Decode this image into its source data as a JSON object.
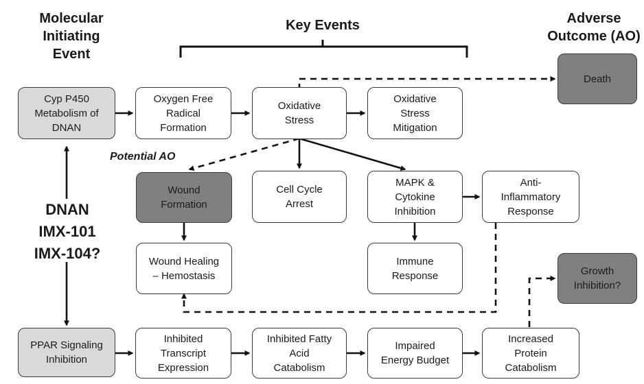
{
  "headers": {
    "mie": [
      "Molecular",
      "Initiating",
      "Event"
    ],
    "key_events": "Key Events",
    "ao": [
      "Adverse",
      "Outcome (AO)"
    ]
  },
  "potential_ao": "Potential AO",
  "chemicals": [
    "DNAN",
    "IMX-101",
    "IMX-104?"
  ],
  "boxes": {
    "cyp": "Cyp P450\nMetabolism of\nDNAN",
    "oxygen": "Oxygen Free\nRadical\nFormation",
    "oxstress": "Oxidative\nStress",
    "mitigation": "Oxidative\nStress\nMitigation",
    "death": "Death",
    "wound": "Wound\nFormation",
    "cellcycle": "Cell Cycle\nArrest",
    "mapk": "MAPK &\nCytokine\nInhibition",
    "antiinflam": "Anti-\nInflammatory\nResponse",
    "healing": "Wound Healing\n– Hemostasis",
    "immune": "Immune\nResponse",
    "growth": "Growth\nInhibition?",
    "ppar": "PPAR Signaling\nInhibition",
    "transcript": "Inhibited\nTranscript\nExpression",
    "fatty": "Inhibited Fatty\nAcid\nCatabolism",
    "energy": "Impaired\nEnergy Budget",
    "protein": "Increased\nProtein\nCatabolism"
  },
  "colors": {
    "mie_fill": "#d9d9d9",
    "ao_fill": "#808080",
    "event_fill": "#ffffff",
    "line": "#111111"
  }
}
